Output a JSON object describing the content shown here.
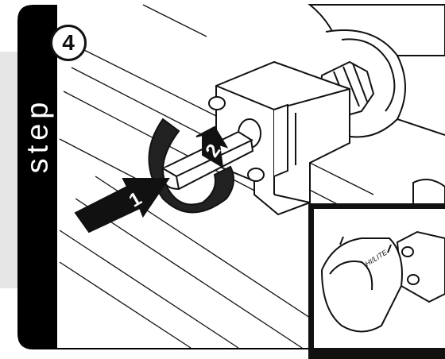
{
  "step": {
    "word": "step",
    "number": "4"
  },
  "arrows": {
    "push_number": "1",
    "rotate_number": "2"
  },
  "inset": {
    "dial_label": "HI/LITE"
  },
  "colors": {
    "panel_gray": "#e6e6e6",
    "frame_black": "#000000",
    "line": "#111111"
  }
}
